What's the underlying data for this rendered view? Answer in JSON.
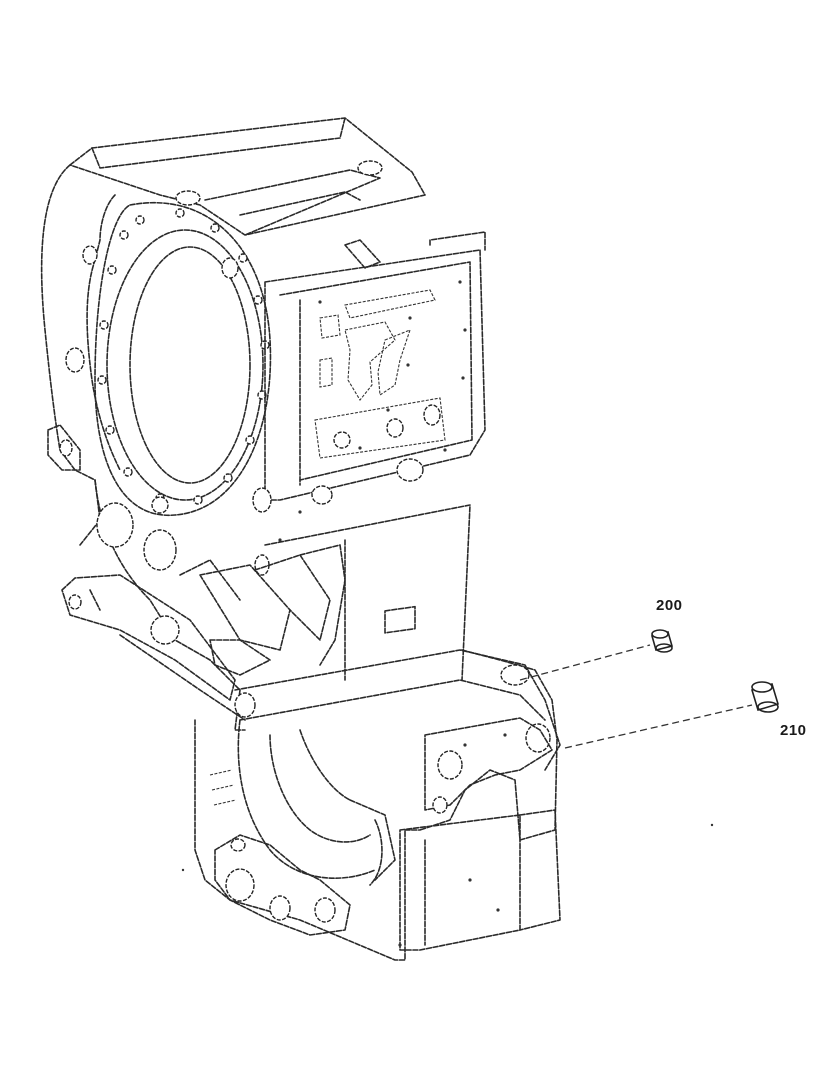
{
  "callouts": [
    {
      "id": "200",
      "label": "200"
    },
    {
      "id": "210",
      "label": "210"
    }
  ]
}
